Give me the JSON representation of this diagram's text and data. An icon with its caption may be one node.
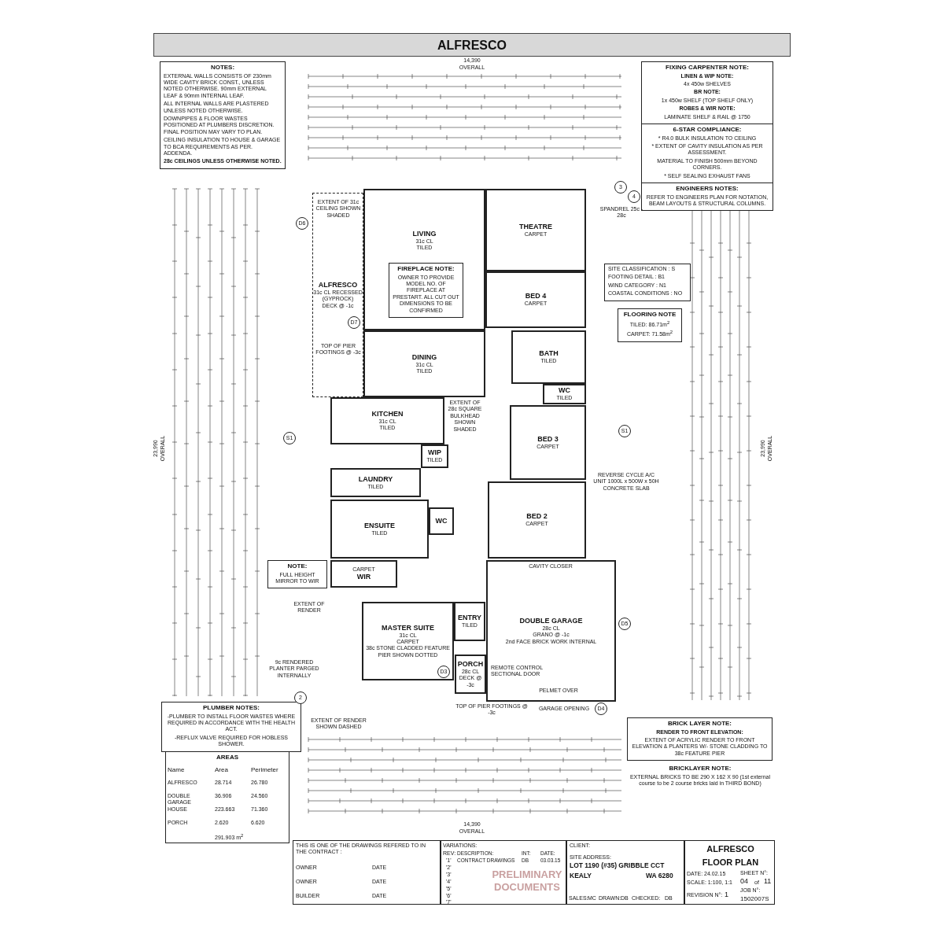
{
  "diagram": {
    "title": "ALFRESCO",
    "nodes": [
      {
        "text": [
          "NOTES:",
          "EXTERNAL WALLS CONSISTS OF 230mm WIDE CAVITY BRICK CONST., UNLESS NOTED OTHERWISE. 90mm EXTERNAL LEAF & 90mm INTERNAL LEAF.",
          "ALL INTERNAL WALLS ARE PLASTERED UNLESS NOTED OTHERWISE.",
          "DOWNPIPES & FLOOR WASTES POSITIONED AT PLUMBERS DISCRETION. FINAL POSITION MAY VARY TO PLAN.",
          "CEILING INSULATION TO HOUSE & GARAGE TO BCA REQUIREMENTS AS PER. ADDENDA.",
          "28c CEILINGS UNLESS OTHERWISE NOTED."
        ]
      },
      {
        "text": [
          "FIXING CARPENTER NOTE:",
          "LINEN & WIP NOTE:",
          "4x 450w SHELVES",
          "BR NOTE:",
          "1x 450w SHELF (TOP SHELF ONLY)",
          "ROBES & WIR NOTE:",
          "LAMINATE SHELF & RAIL @ 1750"
        ]
      },
      {
        "text": [
          "6-STAR COMPLIANCE:",
          "* R4.0 BULK INSULATION TO CEILING",
          "* EXTENT OF CAVITY INSULATION AS PER ASSESSMENT.",
          "MATERIAL TO FINISH 500mm BEYOND CORNERS.",
          "* SELF SEALING EXHAUST FANS"
        ]
      },
      {
        "text": [
          "ENGINEERS NOTES:",
          "REFER TO ENGINEERS PLAN FOR NOTATION, BEAM LAYOUTS & STRUCTURAL COLUMNS."
        ]
      },
      {
        "text": [
          "ALFRESCO",
          "31c CL RECESSED (GYPROCK)",
          "DECK @ -1c"
        ]
      },
      {
        "text": [
          "LIVING",
          "31c CL",
          "TILED"
        ]
      },
      {
        "text": [
          "FIREPLACE NOTE:",
          "OWNER TO PROVIDE MODEL NO. OF FIREPLACE AT PRESTART. ALL CUT OUT DIMENSIONS TO BE CONFIRMED"
        ],
        "in": 5
      },
      {
        "text": [
          "DINING",
          "31c CL",
          "TILED"
        ]
      },
      {
        "text": [
          "THEATRE",
          "CARPET"
        ]
      },
      {
        "text": [
          "BED 4",
          "CARPET"
        ]
      },
      {
        "text": [
          "BATH",
          "TILED"
        ]
      },
      {
        "text": [
          "WC",
          "TILED"
        ]
      },
      {
        "text": [
          "KITCHEN",
          "31c CL",
          "TILED"
        ]
      },
      {
        "text": [
          "WIP",
          "TILED"
        ]
      },
      {
        "text": [
          "LAUNDRY",
          "TILED"
        ]
      },
      {
        "text": [
          "BED 3",
          "CARPET"
        ]
      },
      {
        "text": [
          "ENSUITE",
          "TILED"
        ]
      },
      {
        "text": [
          "WC"
        ]
      },
      {
        "text": [
          "BED 2",
          "CARPET"
        ]
      },
      {
        "text": [
          "CARPET",
          "WIR"
        ]
      },
      {
        "text": [
          "ENTRY",
          "TILED"
        ]
      },
      {
        "text": [
          "MASTER SUITE",
          "31c CL",
          "CARPET",
          "38c STONE CLADDED FEATURE PIER SHOWN DOTTED"
        ]
      },
      {
        "text": [
          "PORCH",
          "28c CL",
          "DECK @ -3c"
        ]
      },
      {
        "text": [
          "DOUBLE GARAGE",
          "28c CL",
          "GRANO @ -1c",
          "2nd FACE BRICK WORK INTERNAL"
        ]
      },
      {
        "text": [
          "NOTE:",
          "FULL HEIGHT MIRROR TO WIR"
        ]
      },
      {
        "text": [
          "SITE CLASSIFICATION : S",
          "FOOTING DETAIL : B1",
          "WIND CATEGORY : N1",
          "COASTAL CONDITIONS : NO"
        ]
      },
      {
        "text": [
          "FLOORING NOTE",
          "TILED: 86.71m$^{2}$",
          "CARPET: 71.58m$^{2}$"
        ]
      },
      {
        "text": [
          "PLUMBER NOTES:",
          "-PLUMBER TO INSTALL FLOOR WASTES WHERE REQUIRED IN ACCORDANCE WITH THE HEALTH ACT.",
          "-REFLUX VALVE REQUIRED FOR HOBLESS SHOWER."
        ]
      },
      {
        "text": [
          "AREAS"
        ]
      },
      {
        "text": [
          "BRICK LAYER NOTE:",
          "RENDER TO FRONT ELEVATION:",
          "EXTENT OF ACRYLIC RENDER TO FRONT ELEVATION & PLANTERS W/- STONE CLADDING TO 38c FEATURE PIER"
        ]
      },
      {
        "text": [
          "THIS IS ONE OF THE DRAWINGS REFERED TO IN THE CONTRACT :",
          "OWNER",
          "DATE",
          "OWNER",
          "DATE",
          "BUILDER",
          "DATE"
        ]
      },
      {
        "text": [
          "VARIATIONS:",
          "REV:",
          "DESCRIPTION:",
          "INT:",
          "DATE:",
          "'1'",
          "CONTRACT DRAWINGS",
          "DB",
          "03.03.15",
          "'2'",
          "'3'",
          "'4'",
          "'5'",
          "'6'",
          "'7'"
        ]
      },
      {
        "text": [
          "CLIENT:",
          "SITE ADDRESS:",
          "LOT 1190 (#35) GRIBBLE CCT",
          "KEALY",
          "WA 6280",
          "SALES:",
          "MC",
          "DRAWN:",
          "DB",
          "CHECKED:",
          "DB"
        ]
      },
      {
        "text": [
          "ALFRESCO",
          "FLOOR PLAN",
          "DATE: 24.02.15",
          "SCALE: 1:100, 1:1",
          "SHEET N°:",
          "04",
          "of",
          "11",
          "REVISION N°:",
          "1",
          "JOB N°:",
          "1502007S"
        ]
      }
    ],
    "labels": [
      "14,390",
      "OVERALL",
      "23,990",
      "OVERALL",
      "23,990",
      "OVERALL",
      "14,390",
      "OVERALL",
      "EXTENT OF 31c CEILING SHOWN SHADED",
      "TOP OF PIER FOOTINGS @ -3c",
      "EXTENT OF 28c SQUARE BULKHEAD SHOWN SHADED",
      "REVERSE CYCLE A/C UNIT 1000L x 500W x 50H CONCRETE SLAB",
      "CAVITY CLOSER",
      "REMOTE CONTROL SECTIONAL DOOR",
      "PELMET OVER",
      "TOP OF PIER FOOTINGS @ -3c",
      "GARAGE OPENING",
      "9c RENDERED PLANTER PARGED INTERNALLY",
      "EXTENT OF RENDER SHOWN DASHED",
      "EXTENT OF RENDER",
      "S1",
      "S1",
      "D6",
      "D7",
      "D5",
      "D4",
      "D3",
      "2",
      "3",
      "4",
      "SPANDREL 25c - 28c",
      "Name",
      "Area",
      "Perimeter",
      "ALFRESCO",
      "28.714",
      "26.780",
      "DOUBLE GARAGE",
      "36.906",
      "24.560",
      "HOUSE",
      "223.663",
      "71.360",
      "PORCH",
      "2.620",
      "6.620",
      "291.903 m$^{2}$",
      "BRICKLAYER NOTE:",
      "EXTERNAL BRICKS TO BE 290 X 162 X 90 (1st external course to be 2 course bricks laid in THIRD BOND)",
      "PRELIMINARY DOCUMENTS"
    ]
  }
}
